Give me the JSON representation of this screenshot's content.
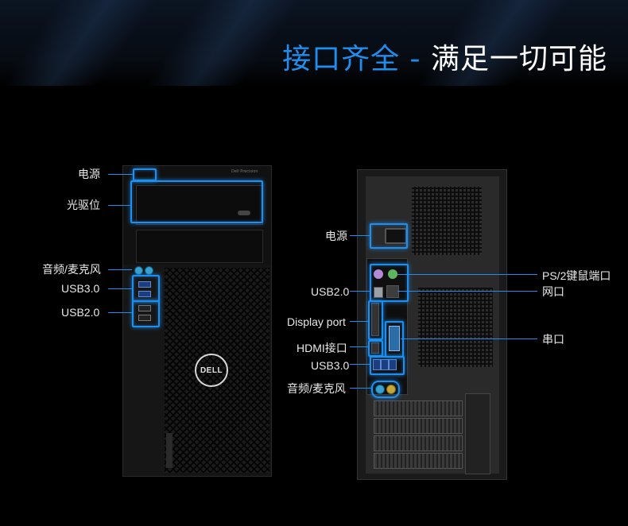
{
  "headline": {
    "blue_part": "接口齐全",
    "dash": " - ",
    "white_part": "满足一切可能"
  },
  "colors": {
    "accent": "#1e8ff0",
    "background": "#000000",
    "label_text": "#e8e8e8"
  },
  "front_view": {
    "brand_text": "Dell Precision",
    "logo": "DELL",
    "callouts": [
      {
        "key": "power",
        "label": "电源"
      },
      {
        "key": "optical_drive",
        "label": "光驱位"
      },
      {
        "key": "audio_mic",
        "label": "音频/麦克风"
      },
      {
        "key": "usb3",
        "label": "USB3.0"
      },
      {
        "key": "usb2",
        "label": "USB2.0"
      }
    ]
  },
  "rear_view": {
    "callouts_left": [
      {
        "key": "power",
        "label": "电源"
      },
      {
        "key": "usb2",
        "label": "USB2.0"
      },
      {
        "key": "displayport",
        "label": "Display port"
      },
      {
        "key": "hdmi",
        "label": "HDMI接口"
      },
      {
        "key": "usb3",
        "label": "USB3.0"
      },
      {
        "key": "audio_mic",
        "label": "音频/麦克风"
      }
    ],
    "callouts_right": [
      {
        "key": "ps2",
        "label": "PS/2键鼠端口"
      },
      {
        "key": "network",
        "label": "网口"
      },
      {
        "key": "serial",
        "label": "串口"
      }
    ]
  }
}
